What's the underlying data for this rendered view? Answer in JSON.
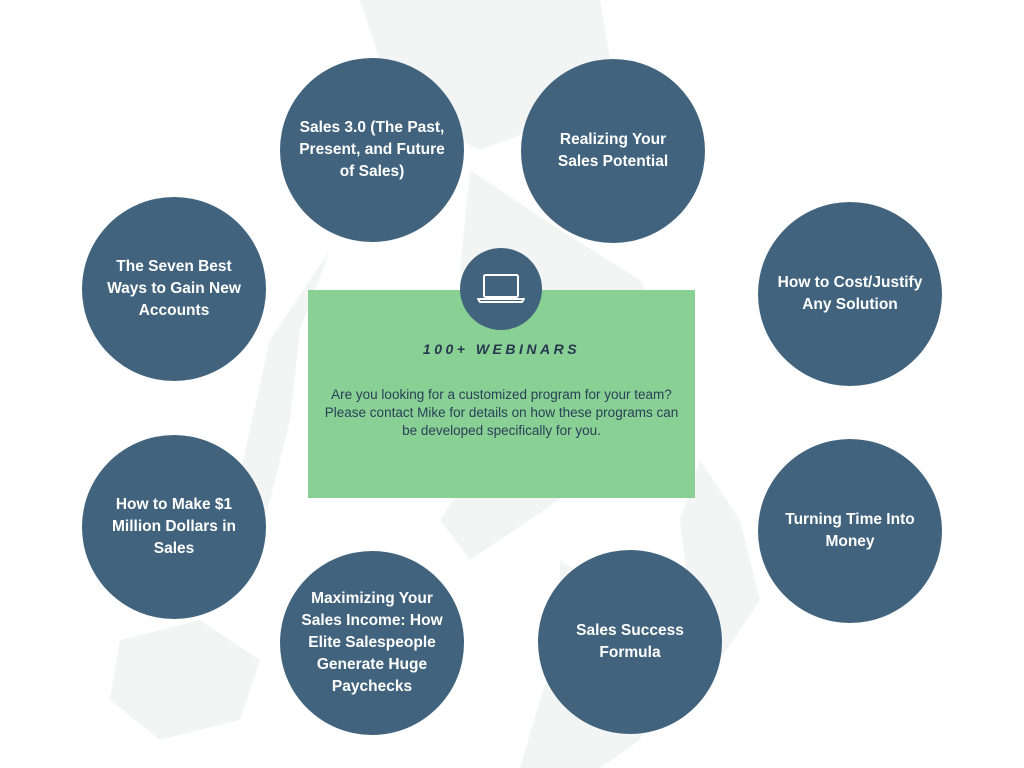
{
  "center": {
    "title": "100+ WEBINARS",
    "description": "Are you looking for a customized program for your team? Please contact Mike for details on how these programs can be developed specifically for you.",
    "icon": "laptop-icon",
    "box_color": "#88d094"
  },
  "topics": [
    {
      "label": "Sales 3.0 (The Past, Present, and Future of Sales)"
    },
    {
      "label": "Realizing Your Sales Potential"
    },
    {
      "label": "The Seven Best Ways to Gain New Accounts"
    },
    {
      "label": "How to Cost/Justify Any Solution"
    },
    {
      "label": "How to Make $1 Million Dollars in Sales"
    },
    {
      "label": "Turning Time Into Money"
    },
    {
      "label": "Maximizing Your Sales Income: How Elite Salespeople Generate Huge Paychecks"
    },
    {
      "label": "Sales Success Formula"
    }
  ],
  "colors": {
    "circle": "#41637d",
    "title_text": "#27374f",
    "background": "#ffffff"
  }
}
